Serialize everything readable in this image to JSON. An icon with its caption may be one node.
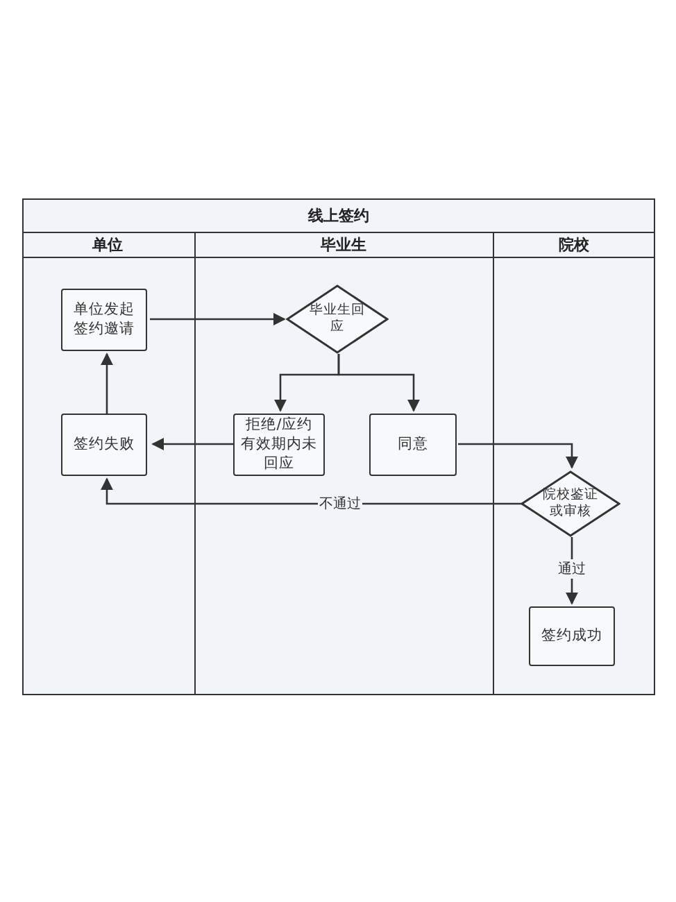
{
  "diagram": {
    "nodes": [
      {
        "text": [
          "线上签约"
        ]
      },
      {
        "text": [
          "单位"
        ],
        "in": 0
      },
      {
        "text": [
          "毕业生"
        ],
        "in": 0
      },
      {
        "text": [
          "院校"
        ],
        "in": 0
      },
      {
        "text": [
          "单位发起签约邀请"
        ],
        "in": 1
      },
      {
        "text": [
          "毕业生回应"
        ],
        "in": 2
      },
      {
        "text": [
          "签约失败"
        ],
        "in": 1
      },
      {
        "text": [
          "拒绝/应约有效期内未回应"
        ],
        "in": 2
      },
      {
        "text": [
          "同意"
        ],
        "in": 2
      },
      {
        "text": [
          "院校鉴证或审核"
        ],
        "in": 3
      },
      {
        "text": [
          "签约成功"
        ],
        "in": 3
      }
    ],
    "edges": [
      {
        "from": 4,
        "to": 5,
        "arrow": "to"
      },
      {
        "from": 5,
        "to": 7,
        "arrow": "to"
      },
      {
        "from": 5,
        "to": 8,
        "arrow": "to"
      },
      {
        "from": 7,
        "to": 6,
        "arrow": "to"
      },
      {
        "from": 6,
        "to": 4,
        "arrow": "to"
      },
      {
        "from": 8,
        "to": 9,
        "arrow": "to"
      },
      {
        "from": 9,
        "to": 6,
        "arrow": "to",
        "label": "不通过"
      },
      {
        "from": 9,
        "to": 10,
        "arrow": "to",
        "label": "通过"
      }
    ]
  }
}
